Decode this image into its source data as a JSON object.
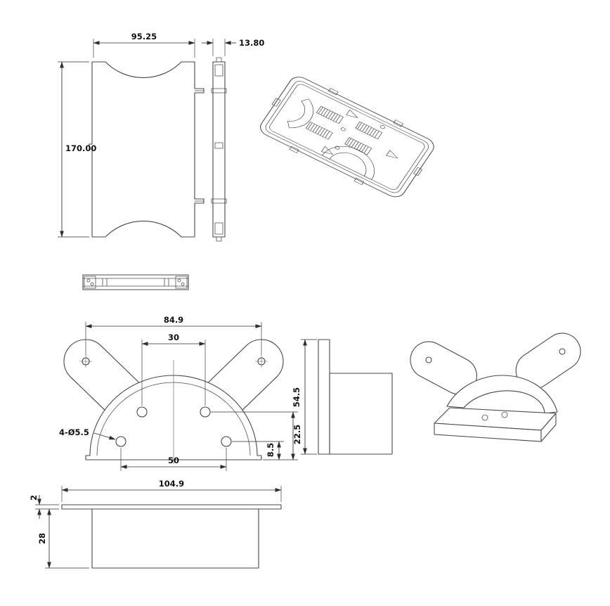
{
  "drawing": {
    "background": "#ffffff",
    "line_color": "#474747",
    "dim_color": "#2e2e2e"
  },
  "dims": {
    "tray_width": "95.25",
    "tray_depth": "13.80",
    "tray_height": "170.00",
    "bracket_width": "84.9",
    "bracket_upper_hole_spacing": "30",
    "bracket_lower_hole_spacing": "50",
    "bracket_hole_note": "4-Ø5.5",
    "bracket_upper_hole_height": "22.5",
    "bracket_lower_hole_height": "8.5",
    "bracket_depth": "54.5",
    "base_width": "104.9",
    "base_flange_thickness": "2",
    "base_height": "28"
  }
}
